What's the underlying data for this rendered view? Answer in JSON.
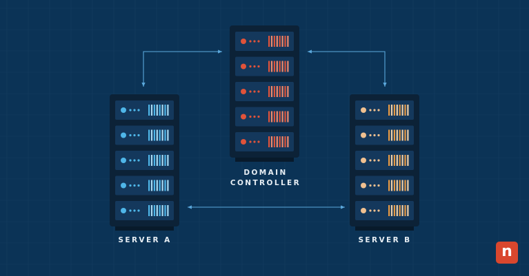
{
  "diagram": {
    "servers": [
      {
        "id": "domain-controller",
        "label_lines": [
          "DOMAIN",
          "CONTROLLER"
        ],
        "led_color": "#e0533a",
        "bar_colors": [
          "#e0533a",
          "#f08a6c"
        ]
      },
      {
        "id": "server-a",
        "label_lines": [
          "SERVER A"
        ],
        "led_color": "#4fb6e8",
        "bar_colors": [
          "#4fb6e8",
          "#a9dcf5"
        ]
      },
      {
        "id": "server-b",
        "label_lines": [
          "SERVER B"
        ],
        "led_color": "#f0c090",
        "bar_colors": [
          "#e89a44",
          "#f3d1a6"
        ]
      }
    ],
    "connections": [
      {
        "from": "domain-controller",
        "to": "server-a",
        "arrows": "both"
      },
      {
        "from": "domain-controller",
        "to": "server-b",
        "arrows": "both"
      },
      {
        "from": "server-a",
        "to": "server-b",
        "arrows": "both"
      }
    ],
    "colors": {
      "background": "#0b3356",
      "grid": "#1c4569",
      "rack": "#0c2237",
      "slot": "#14385c",
      "connector": "#5ba8dc"
    }
  },
  "logo": {
    "letter": "n",
    "color": "#d9472e"
  }
}
